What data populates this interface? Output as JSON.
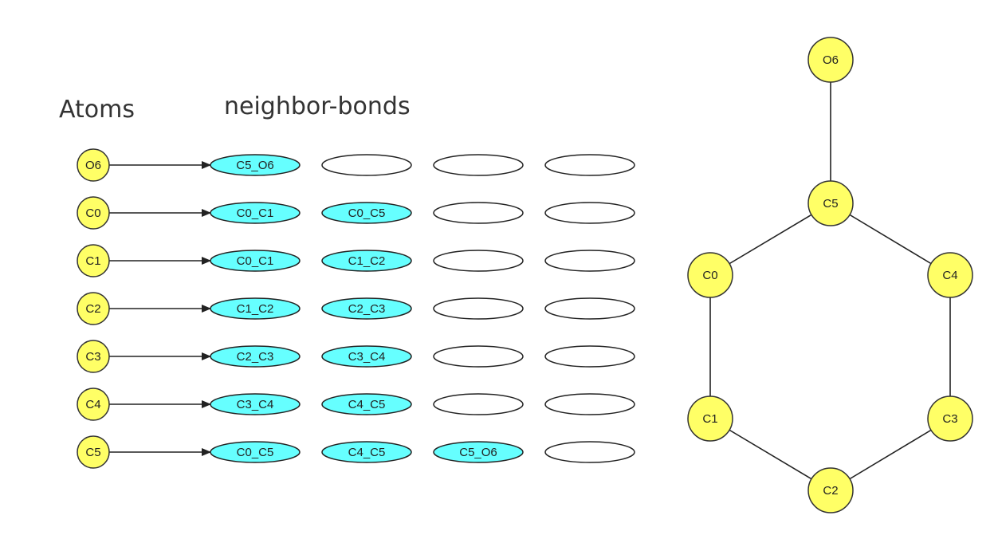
{
  "headings": {
    "atoms": "Atoms",
    "bonds": "neighbor-bonds"
  },
  "colors": {
    "atom_fill": "#ffff66",
    "atom_stroke": "#333333",
    "bond_fill": "#66ffff",
    "empty_fill": "#ffffff",
    "stroke": "#222222"
  },
  "slots_per_atom": 4,
  "atom_rows": [
    {
      "atom": "O6",
      "bonds": [
        "C5_O6"
      ]
    },
    {
      "atom": "C0",
      "bonds": [
        "C0_C1",
        "C0_C5"
      ]
    },
    {
      "atom": "C1",
      "bonds": [
        "C0_C1",
        "C1_C2"
      ]
    },
    {
      "atom": "C2",
      "bonds": [
        "C1_C2",
        "C2_C3"
      ]
    },
    {
      "atom": "C3",
      "bonds": [
        "C2_C3",
        "C3_C4"
      ]
    },
    {
      "atom": "C4",
      "bonds": [
        "C3_C4",
        "C4_C5"
      ]
    },
    {
      "atom": "C5",
      "bonds": [
        "C0_C5",
        "C4_C5",
        "C5_O6"
      ]
    }
  ],
  "molecule": {
    "atoms": [
      "O6",
      "C5",
      "C0",
      "C4",
      "C1",
      "C3",
      "C2"
    ],
    "bonds": [
      [
        "O6",
        "C5"
      ],
      [
        "C5",
        "C0"
      ],
      [
        "C5",
        "C4"
      ],
      [
        "C0",
        "C1"
      ],
      [
        "C4",
        "C3"
      ],
      [
        "C1",
        "C2"
      ],
      [
        "C3",
        "C2"
      ]
    ]
  }
}
